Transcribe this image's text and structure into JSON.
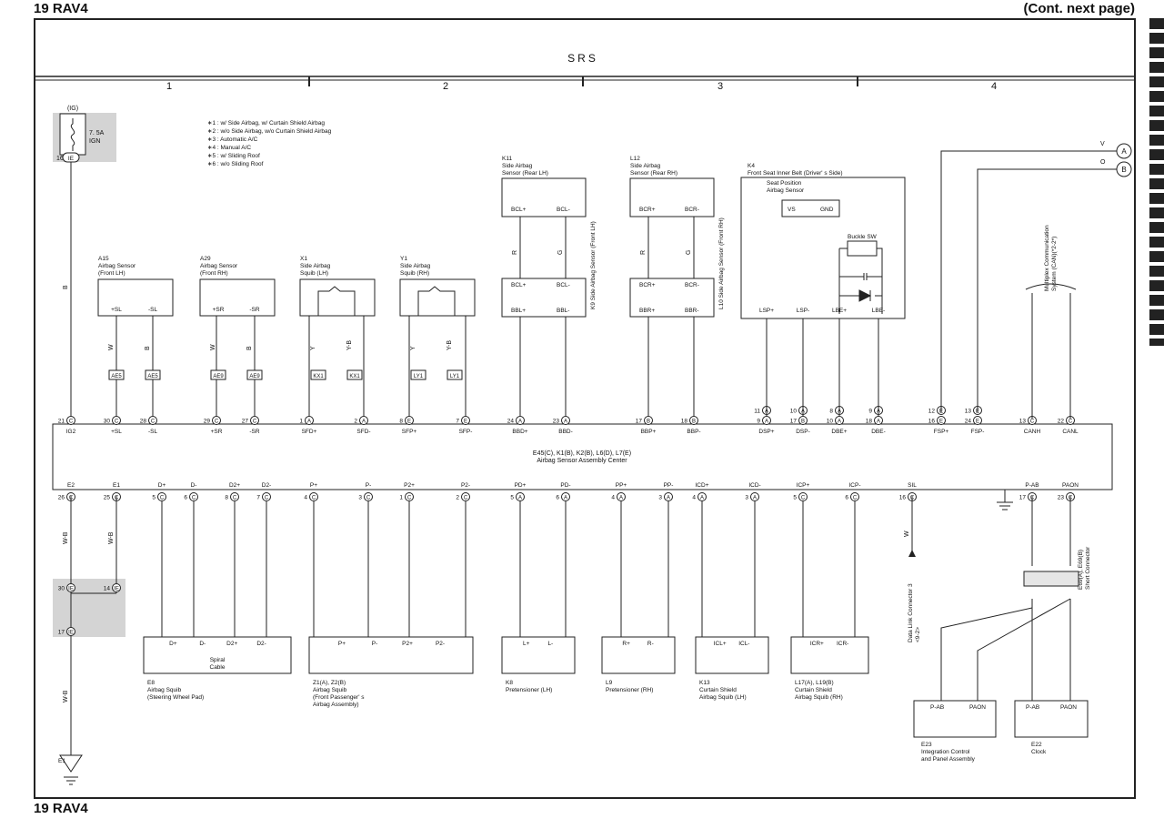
{
  "header": {
    "page_title": "19  RAV4",
    "continued": "(Cont.  next page)",
    "footer_title": "19  RAV4"
  },
  "section": {
    "title": "SRS",
    "columns": [
      "1",
      "2",
      "3",
      "4"
    ]
  },
  "notes": [
    "∗1 : w/ Side Airbag,  w/ Curtain Shield Airbag",
    "∗2 : w/o Side Airbag,  w/o Curtain Shield Airbag",
    "∗3 : Automatic A/C",
    "∗4 : Manual A/C",
    "∗5 : w/ Sliding Roof",
    "∗6 : w/o Sliding Roof"
  ],
  "fuse": {
    "power": "(IG)",
    "rating": "7. 5A",
    "name": "IGN",
    "pin": "16",
    "connector": "IE",
    "wire": "B"
  },
  "center": {
    "name": "E45(C), K1(B), K2(B), L6(D), L7(E)",
    "desc": "Airbag Sensor Assembly Center",
    "top_terms": [
      "IG2",
      "+SL",
      "-SL",
      "+SR",
      "-SR",
      "SFD+",
      "SFD-",
      "SFP+",
      "SFP-",
      "BBD+",
      "BBD-",
      "BBP+",
      "BBP-",
      "DSP+",
      "DSP-",
      "DBE+",
      "DBE-",
      "FSP+",
      "FSP-",
      "CANH",
      "CANL"
    ],
    "top_pins": [
      "21",
      "30",
      "28",
      "29",
      "27",
      "1",
      "2",
      "8",
      "7",
      "24",
      "23",
      "17",
      "18",
      "9",
      "17",
      "10",
      "18",
      "16",
      "24",
      "13",
      "22"
    ],
    "top_pins_alt": [
      "11",
      "10",
      "8",
      "9",
      "12",
      "13"
    ],
    "bottom_terms": [
      "E2",
      "E1",
      "D+",
      "D-",
      "D2+",
      "D2-",
      "P+",
      "P-",
      "P2+",
      "P2-",
      "PD+",
      "PD-",
      "PP+",
      "PP-",
      "ICD+",
      "ICD-",
      "ICP+",
      "ICP-",
      "SIL",
      "P-AB",
      "PAON"
    ],
    "bottom_pins": [
      "26",
      "25",
      "5",
      "6",
      "8",
      "7",
      "4",
      "3",
      "1",
      "2",
      "5",
      "6",
      "4",
      "3",
      "4",
      "3",
      "5",
      "6",
      "16",
      "17",
      "23"
    ]
  },
  "sensors": [
    {
      "code": "A15",
      "name": "Airbag Sensor",
      "pos": "(Front LH)",
      "t1": "+SL",
      "t2": "-SL",
      "w1": "W",
      "w2": "B",
      "c1": "AE5",
      "c2": "AE5"
    },
    {
      "code": "A29",
      "name": "Airbag Sensor",
      "pos": "(Front RH)",
      "t1": "+SR",
      "t2": "-SR",
      "w1": "W",
      "w2": "B",
      "c1": "AE9",
      "c2": "AE9"
    },
    {
      "code": "X1",
      "name": "Side Airbag",
      "pos": "Squib (LH)",
      "w1": "Y",
      "w2": "Y-B",
      "c1": "KX1",
      "c2": "KX1"
    },
    {
      "code": "Y1",
      "name": "Side Airbag",
      "pos": "Squib (RH)",
      "w1": "Y",
      "w2": "Y-B",
      "c1": "LY1",
      "c2": "LY1"
    }
  ],
  "side_sensors": [
    {
      "code": "K11",
      "name": "Side Airbag",
      "pos": "Sensor (Rear LH)",
      "t1": "BCL+",
      "t2": "BCL-",
      "b1": "BBL+",
      "b2": "BBL-",
      "vlabel": "K9  Side Airbag Sensor (Front LH)",
      "w1": "R",
      "w2": "G"
    },
    {
      "code": "L12",
      "name": "Side Airbag",
      "pos": "Sensor (Rear RH)",
      "t1": "BCR+",
      "t2": "BCR-",
      "b1": "BBR+",
      "b2": "BBR-",
      "vlabel": "L10  Side Airbag Sensor (Front RH)",
      "w1": "R",
      "w2": "G"
    }
  ],
  "belt": {
    "code": "K4",
    "name": "Front Seat Inner Belt (Driver' s Side)",
    "sps": "Seat Position",
    "sps2": "Airbag Sensor",
    "vs": "VS",
    "gnd": "GND",
    "buckle": "Buckle SW",
    "terms": [
      "LSP+",
      "LSP-",
      "LBE+",
      "LBE-"
    ]
  },
  "can": {
    "label1": "Multiplex Communication",
    "label2": "System (CAN)(*2-2*)",
    "v": "V",
    "o": "O",
    "a": "A",
    "b": "B"
  },
  "squibs": [
    {
      "code": "E8",
      "name": "Airbag Squib",
      "desc": "(Steering Wheel Pad)",
      "inner": "Spiral",
      "inner2": "Cable",
      "terms": [
        "D+",
        "D-",
        "D2+",
        "D2-"
      ]
    },
    {
      "code": "Z1(A), Z2(B)",
      "name": "Airbag Squib",
      "desc": "(Front Passenger' s",
      "desc2": "Airbag Assembly)",
      "terms": [
        "P+",
        "P-",
        "P2+",
        "P2-"
      ]
    },
    {
      "code": "K8",
      "name": "Pretensioner (LH)",
      "terms": [
        "L+",
        "L-"
      ]
    },
    {
      "code": "L9",
      "name": "Pretensioner (RH)",
      "terms": [
        "R+",
        "R-"
      ]
    },
    {
      "code": "K13",
      "name": "Curtain Shield",
      "desc": "Airbag Squib (LH)",
      "terms": [
        "ICL+",
        "ICL-"
      ]
    },
    {
      "code": "L17(A), L19(B)",
      "name": "Curtain Shield",
      "desc": "Airbag Squib (RH)",
      "terms": [
        "ICR+",
        "ICR-"
      ]
    }
  ],
  "dlc": {
    "name": "Data Link Connector 3",
    "sub": "<9-2>",
    "wire": "W"
  },
  "short_conn": {
    "name": "E69(A), E69(B)",
    "desc": "Short Connector"
  },
  "e23": {
    "code": "E23",
    "name": "Integration Control",
    "desc": "and Panel Assembly",
    "t1": "P-AB",
    "t2": "PAON"
  },
  "e22": {
    "code": "E22",
    "name": "Clock",
    "t1": "P-AB",
    "t2": "PAON"
  },
  "ground": {
    "code": "E1",
    "wire": "W-B"
  },
  "junction": {
    "pins": [
      "30",
      "14",
      "17"
    ],
    "connector": "IE"
  }
}
